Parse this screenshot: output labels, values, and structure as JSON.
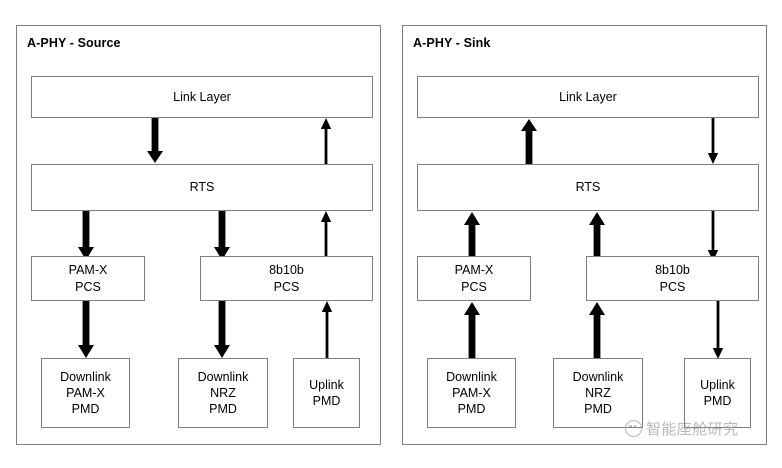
{
  "diagram": {
    "title_left": "A-PHY - Source",
    "title_right": "A-PHY - Sink",
    "colors": {
      "block_border": "#7f7f7f",
      "panel_border": "#7f7f7f",
      "arrow": "#000000",
      "text": "#000000",
      "background": "#ffffff",
      "watermark": "#8d8d8d"
    }
  },
  "source_panel": {
    "title": "A-PHY - Source",
    "blocks": {
      "link_layer": {
        "line1": "Link Layer"
      },
      "rts": {
        "line1": "RTS"
      },
      "pamx_pcs": {
        "line1": "PAM-X",
        "line2": "PCS"
      },
      "b8b10b_pcs": {
        "line1": "8b10b",
        "line2": "PCS"
      },
      "downlink_pamx_pmd": {
        "line1": "Downlink",
        "line2": "PAM-X",
        "line3": "PMD"
      },
      "downlink_nrz_pmd": {
        "line1": "Downlink",
        "line2": "NRZ",
        "line3": "PMD"
      },
      "uplink_pmd": {
        "line1": "Uplink",
        "line2": "PMD"
      }
    },
    "arrows": [
      {
        "name": "link-layer-to-rts",
        "direction": "down",
        "weight": "thick"
      },
      {
        "name": "rts-to-link-layer",
        "direction": "up",
        "weight": "thin"
      },
      {
        "name": "rts-to-pamx-pcs",
        "direction": "down",
        "weight": "thick"
      },
      {
        "name": "rts-to-8b10b-pcs",
        "direction": "down",
        "weight": "thick"
      },
      {
        "name": "8b10b-pcs-to-rts",
        "direction": "up",
        "weight": "thin"
      },
      {
        "name": "pamx-pcs-to-downlink-pamx-pmd",
        "direction": "down",
        "weight": "thick"
      },
      {
        "name": "8b10b-pcs-to-downlink-nrz-pmd",
        "direction": "down",
        "weight": "thick"
      },
      {
        "name": "uplink-pmd-to-8b10b-pcs",
        "direction": "up",
        "weight": "thin"
      }
    ]
  },
  "sink_panel": {
    "title": "A-PHY - Sink",
    "blocks": {
      "link_layer": {
        "line1": "Link Layer"
      },
      "rts": {
        "line1": "RTS"
      },
      "pamx_pcs": {
        "line1": "PAM-X",
        "line2": "PCS"
      },
      "b8b10b_pcs": {
        "line1": "8b10b",
        "line2": "PCS"
      },
      "downlink_pamx_pmd": {
        "line1": "Downlink",
        "line2": "PAM-X",
        "line3": "PMD"
      },
      "downlink_nrz_pmd": {
        "line1": "Downlink",
        "line2": "NRZ",
        "line3": "PMD"
      },
      "uplink_pmd": {
        "line1": "Uplink",
        "line2": "PMD"
      }
    },
    "arrows": [
      {
        "name": "rts-to-link-layer",
        "direction": "up",
        "weight": "thick"
      },
      {
        "name": "link-layer-to-rts",
        "direction": "down",
        "weight": "thin"
      },
      {
        "name": "pamx-pcs-to-rts",
        "direction": "up",
        "weight": "thick"
      },
      {
        "name": "8b10b-pcs-to-rts",
        "direction": "up",
        "weight": "thick"
      },
      {
        "name": "rts-to-8b10b-pcs",
        "direction": "down",
        "weight": "thin"
      },
      {
        "name": "downlink-pamx-pmd-to-pamx-pcs",
        "direction": "up",
        "weight": "thick"
      },
      {
        "name": "downlink-nrz-pmd-to-8b10b-pcs",
        "direction": "up",
        "weight": "thick"
      },
      {
        "name": "8b10b-pcs-to-uplink-pmd",
        "direction": "down",
        "weight": "thin"
      }
    ]
  },
  "watermark": {
    "text": "智能座舱研究"
  }
}
